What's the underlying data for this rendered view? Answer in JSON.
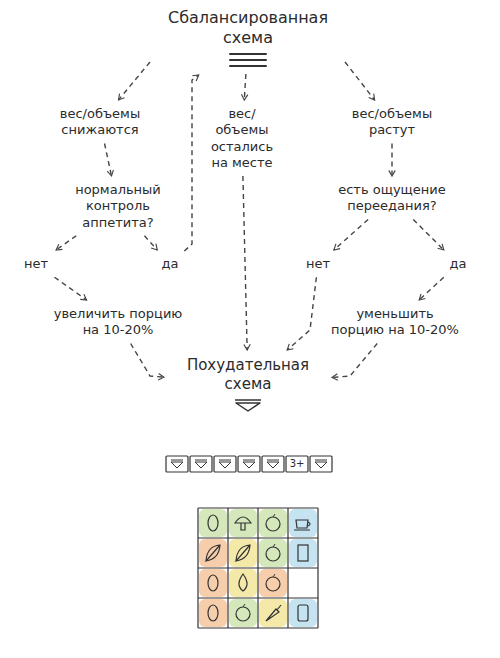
{
  "diagram": {
    "nodes": [
      {
        "text": [
          "Сбалансированная схема"
        ]
      },
      {
        "text": [
          "вес/объемы снижаются"
        ]
      },
      {
        "text": [
          "вес/объемы остались на месте"
        ]
      },
      {
        "text": [
          "вес/объемы растут"
        ]
      },
      {
        "text": [
          "нормальный контроль аппетита?"
        ]
      },
      {
        "text": [
          "есть ощущение переедания?"
        ]
      },
      {
        "text": [
          "нет"
        ]
      },
      {
        "text": [
          "да"
        ]
      },
      {
        "text": [
          "нет"
        ]
      },
      {
        "text": [
          "да"
        ]
      },
      {
        "text": [
          "увеличить порцию на 10-20%"
        ]
      },
      {
        "text": [
          "уменьшить порцию на 10-20%"
        ]
      },
      {
        "text": [
          "Похудательная схема"
        ]
      }
    ],
    "edges": [
      {
        "from": 0,
        "to": 1,
        "arrow": "to"
      },
      {
        "from": 0,
        "to": 2,
        "arrow": "to"
      },
      {
        "from": 0,
        "to": 3,
        "arrow": "to"
      },
      {
        "from": 1,
        "to": 4,
        "arrow": "to"
      },
      {
        "from": 4,
        "to": 6,
        "arrow": "to"
      },
      {
        "from": 4,
        "to": 7,
        "arrow": "to"
      },
      {
        "from": 7,
        "to": 0,
        "arrow": "to"
      },
      {
        "from": 6,
        "to": 10,
        "arrow": "to"
      },
      {
        "from": 10,
        "to": 12,
        "arrow": "to"
      },
      {
        "from": 2,
        "to": 12,
        "arrow": "to"
      },
      {
        "from": 3,
        "to": 5,
        "arrow": "to"
      },
      {
        "from": 5,
        "to": 8,
        "arrow": "to"
      },
      {
        "from": 5,
        "to": 9,
        "arrow": "to"
      },
      {
        "from": 9,
        "to": 11,
        "arrow": "to"
      },
      {
        "from": 8,
        "to": 12,
        "arrow": "to"
      },
      {
        "from": 11,
        "to": 12,
        "arrow": "to"
      }
    ],
    "labels": [
      "3+"
    ]
  }
}
